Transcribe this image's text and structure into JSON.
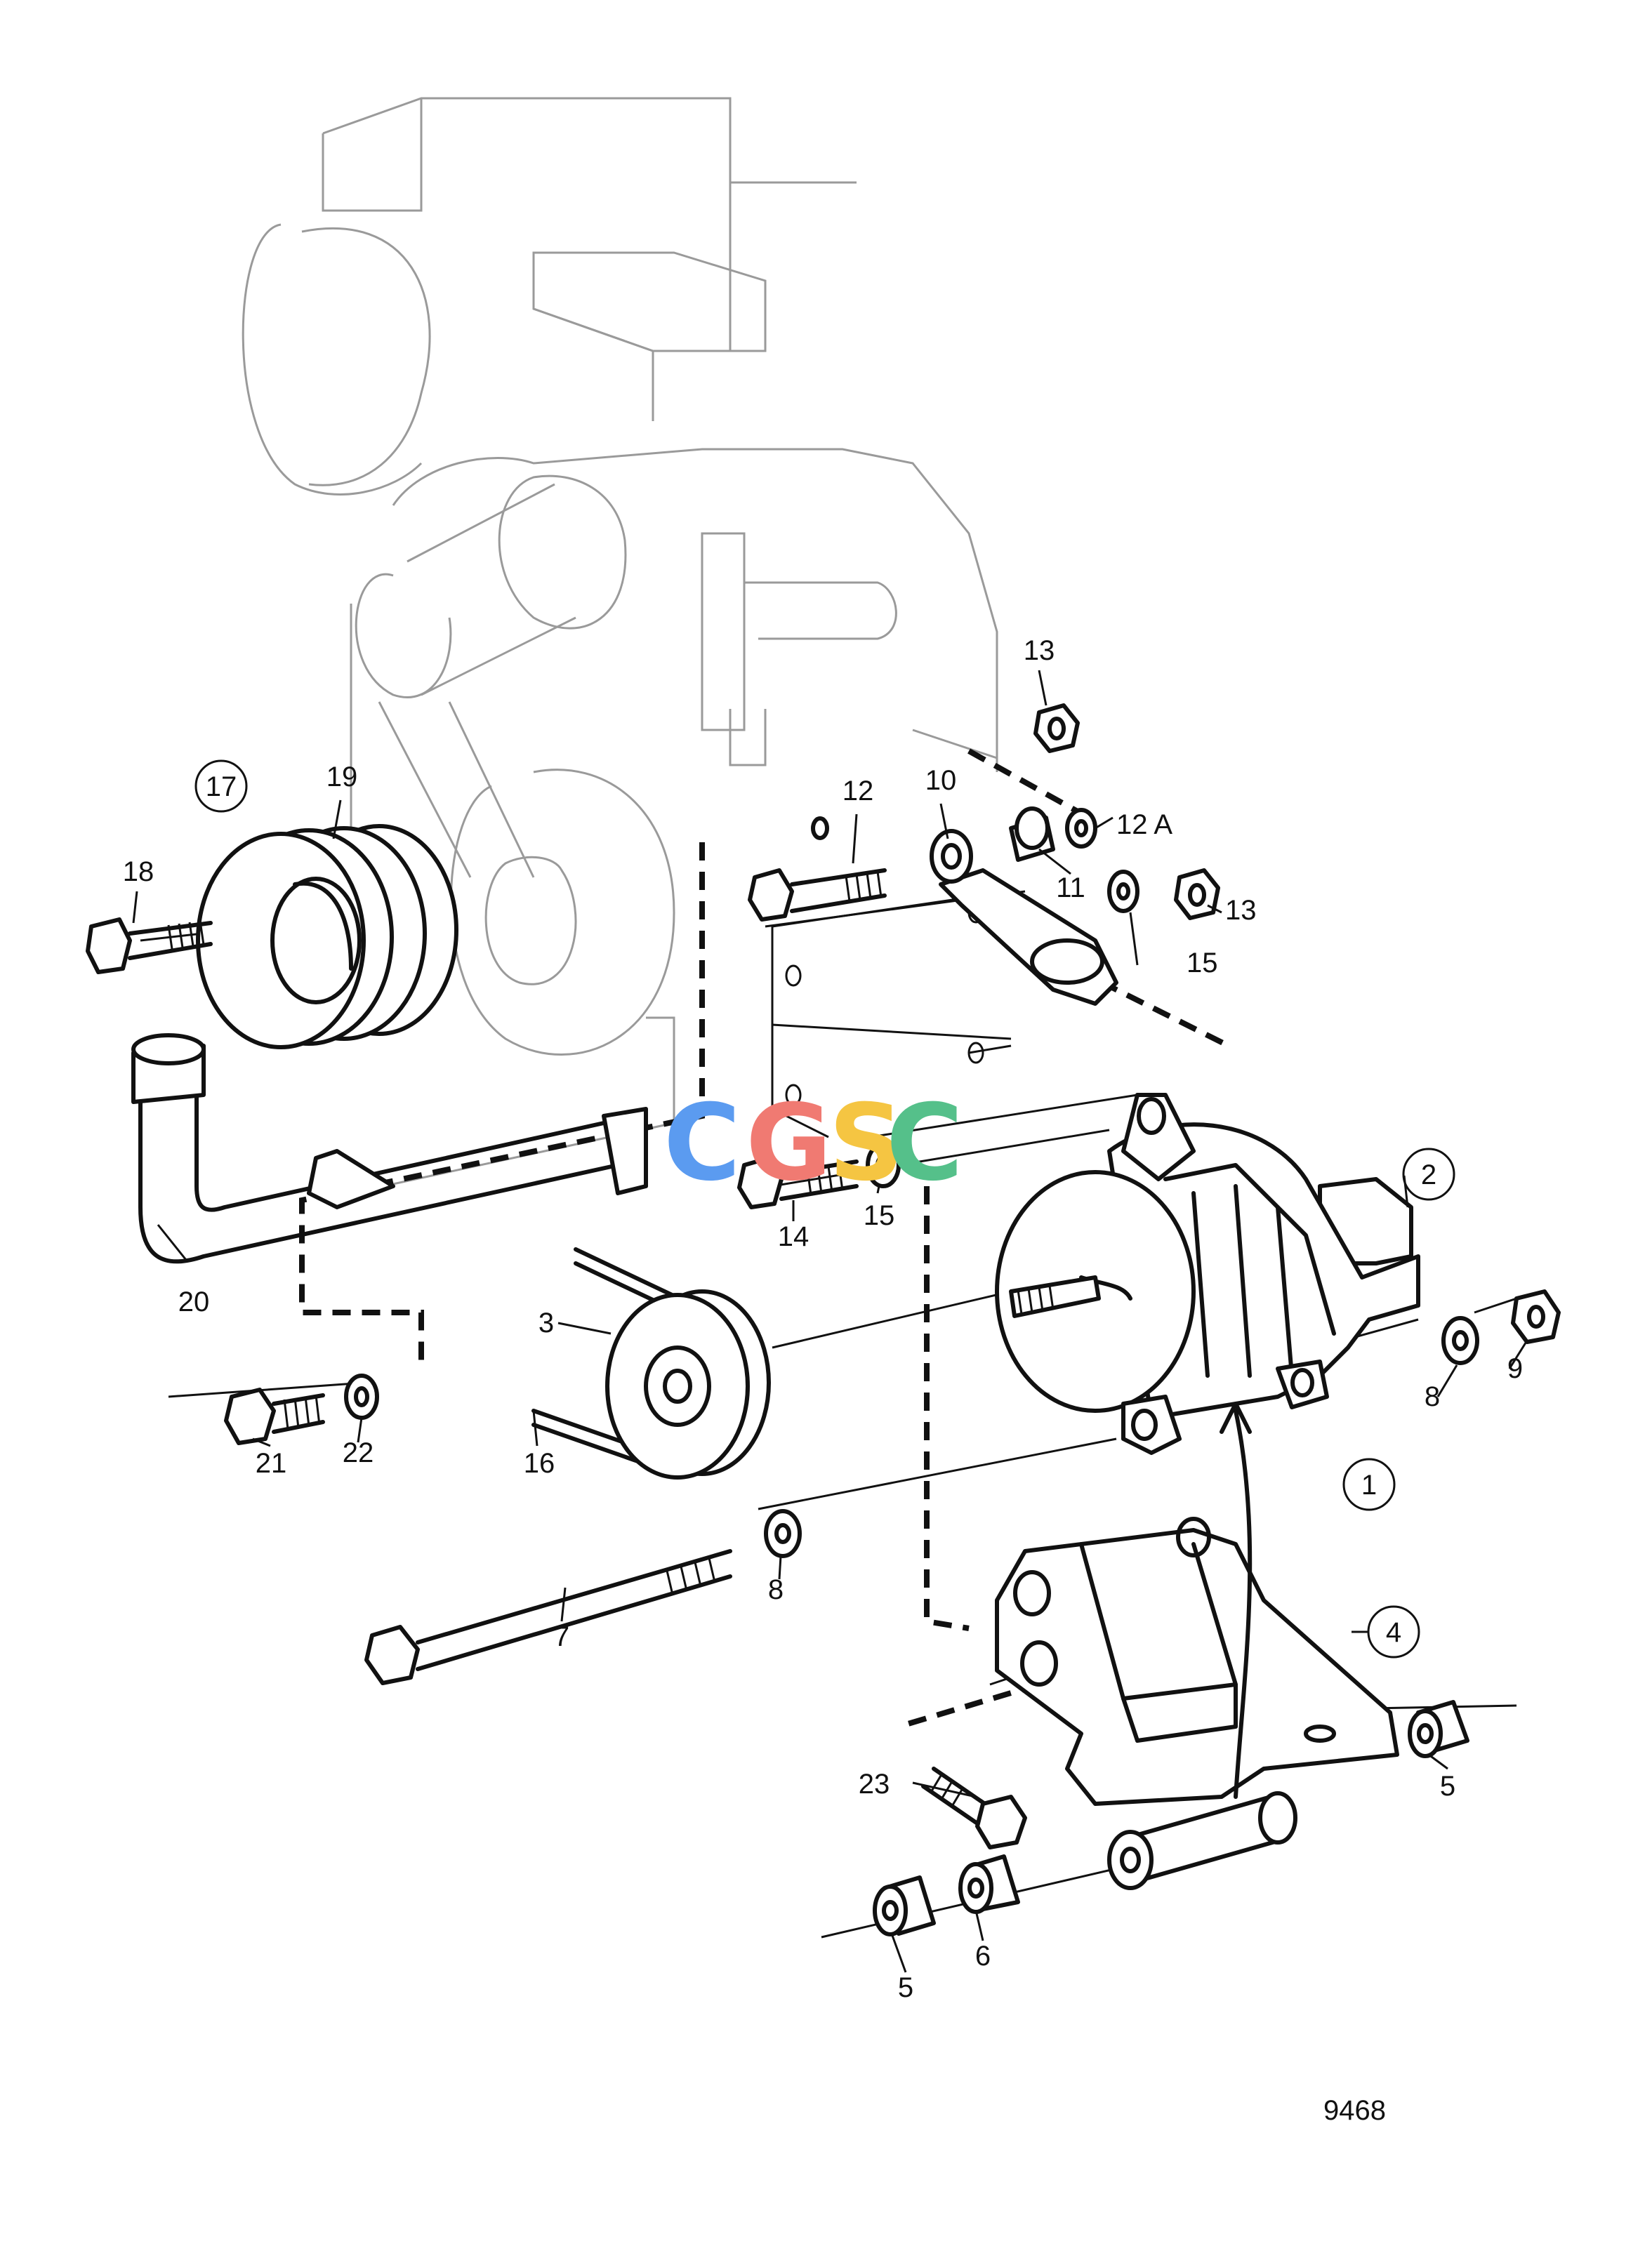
{
  "drawing_number": "9468",
  "watermark": {
    "letters": [
      "C",
      "G",
      "S",
      "C"
    ],
    "colors": [
      "#5b9bf0",
      "#f07a72",
      "#f5c542",
      "#55c08a"
    ]
  },
  "parts": [
    {
      "id": "p1",
      "label": "1"
    },
    {
      "id": "p2",
      "label": "2"
    },
    {
      "id": "p3",
      "label": "3"
    },
    {
      "id": "p4",
      "label": "4"
    },
    {
      "id": "p5a",
      "label": "5"
    },
    {
      "id": "p5b",
      "label": "5"
    },
    {
      "id": "p6",
      "label": "6"
    },
    {
      "id": "p7",
      "label": "7"
    },
    {
      "id": "p8a",
      "label": "8"
    },
    {
      "id": "p8b",
      "label": "8"
    },
    {
      "id": "p9",
      "label": "9"
    },
    {
      "id": "p10",
      "label": "10"
    },
    {
      "id": "p11",
      "label": "11"
    },
    {
      "id": "p12",
      "label": "12"
    },
    {
      "id": "p12a",
      "label": "12 A"
    },
    {
      "id": "p13a",
      "label": "13"
    },
    {
      "id": "p13b",
      "label": "13"
    },
    {
      "id": "p14",
      "label": "14"
    },
    {
      "id": "p15a",
      "label": "15"
    },
    {
      "id": "p15b",
      "label": "15"
    },
    {
      "id": "p16",
      "label": "16"
    },
    {
      "id": "p17",
      "label": "17"
    },
    {
      "id": "p18",
      "label": "18"
    },
    {
      "id": "p19",
      "label": "19"
    },
    {
      "id": "p20",
      "label": "20"
    },
    {
      "id": "p21",
      "label": "21"
    },
    {
      "id": "p22",
      "label": "22"
    },
    {
      "id": "p23",
      "label": "23"
    }
  ]
}
